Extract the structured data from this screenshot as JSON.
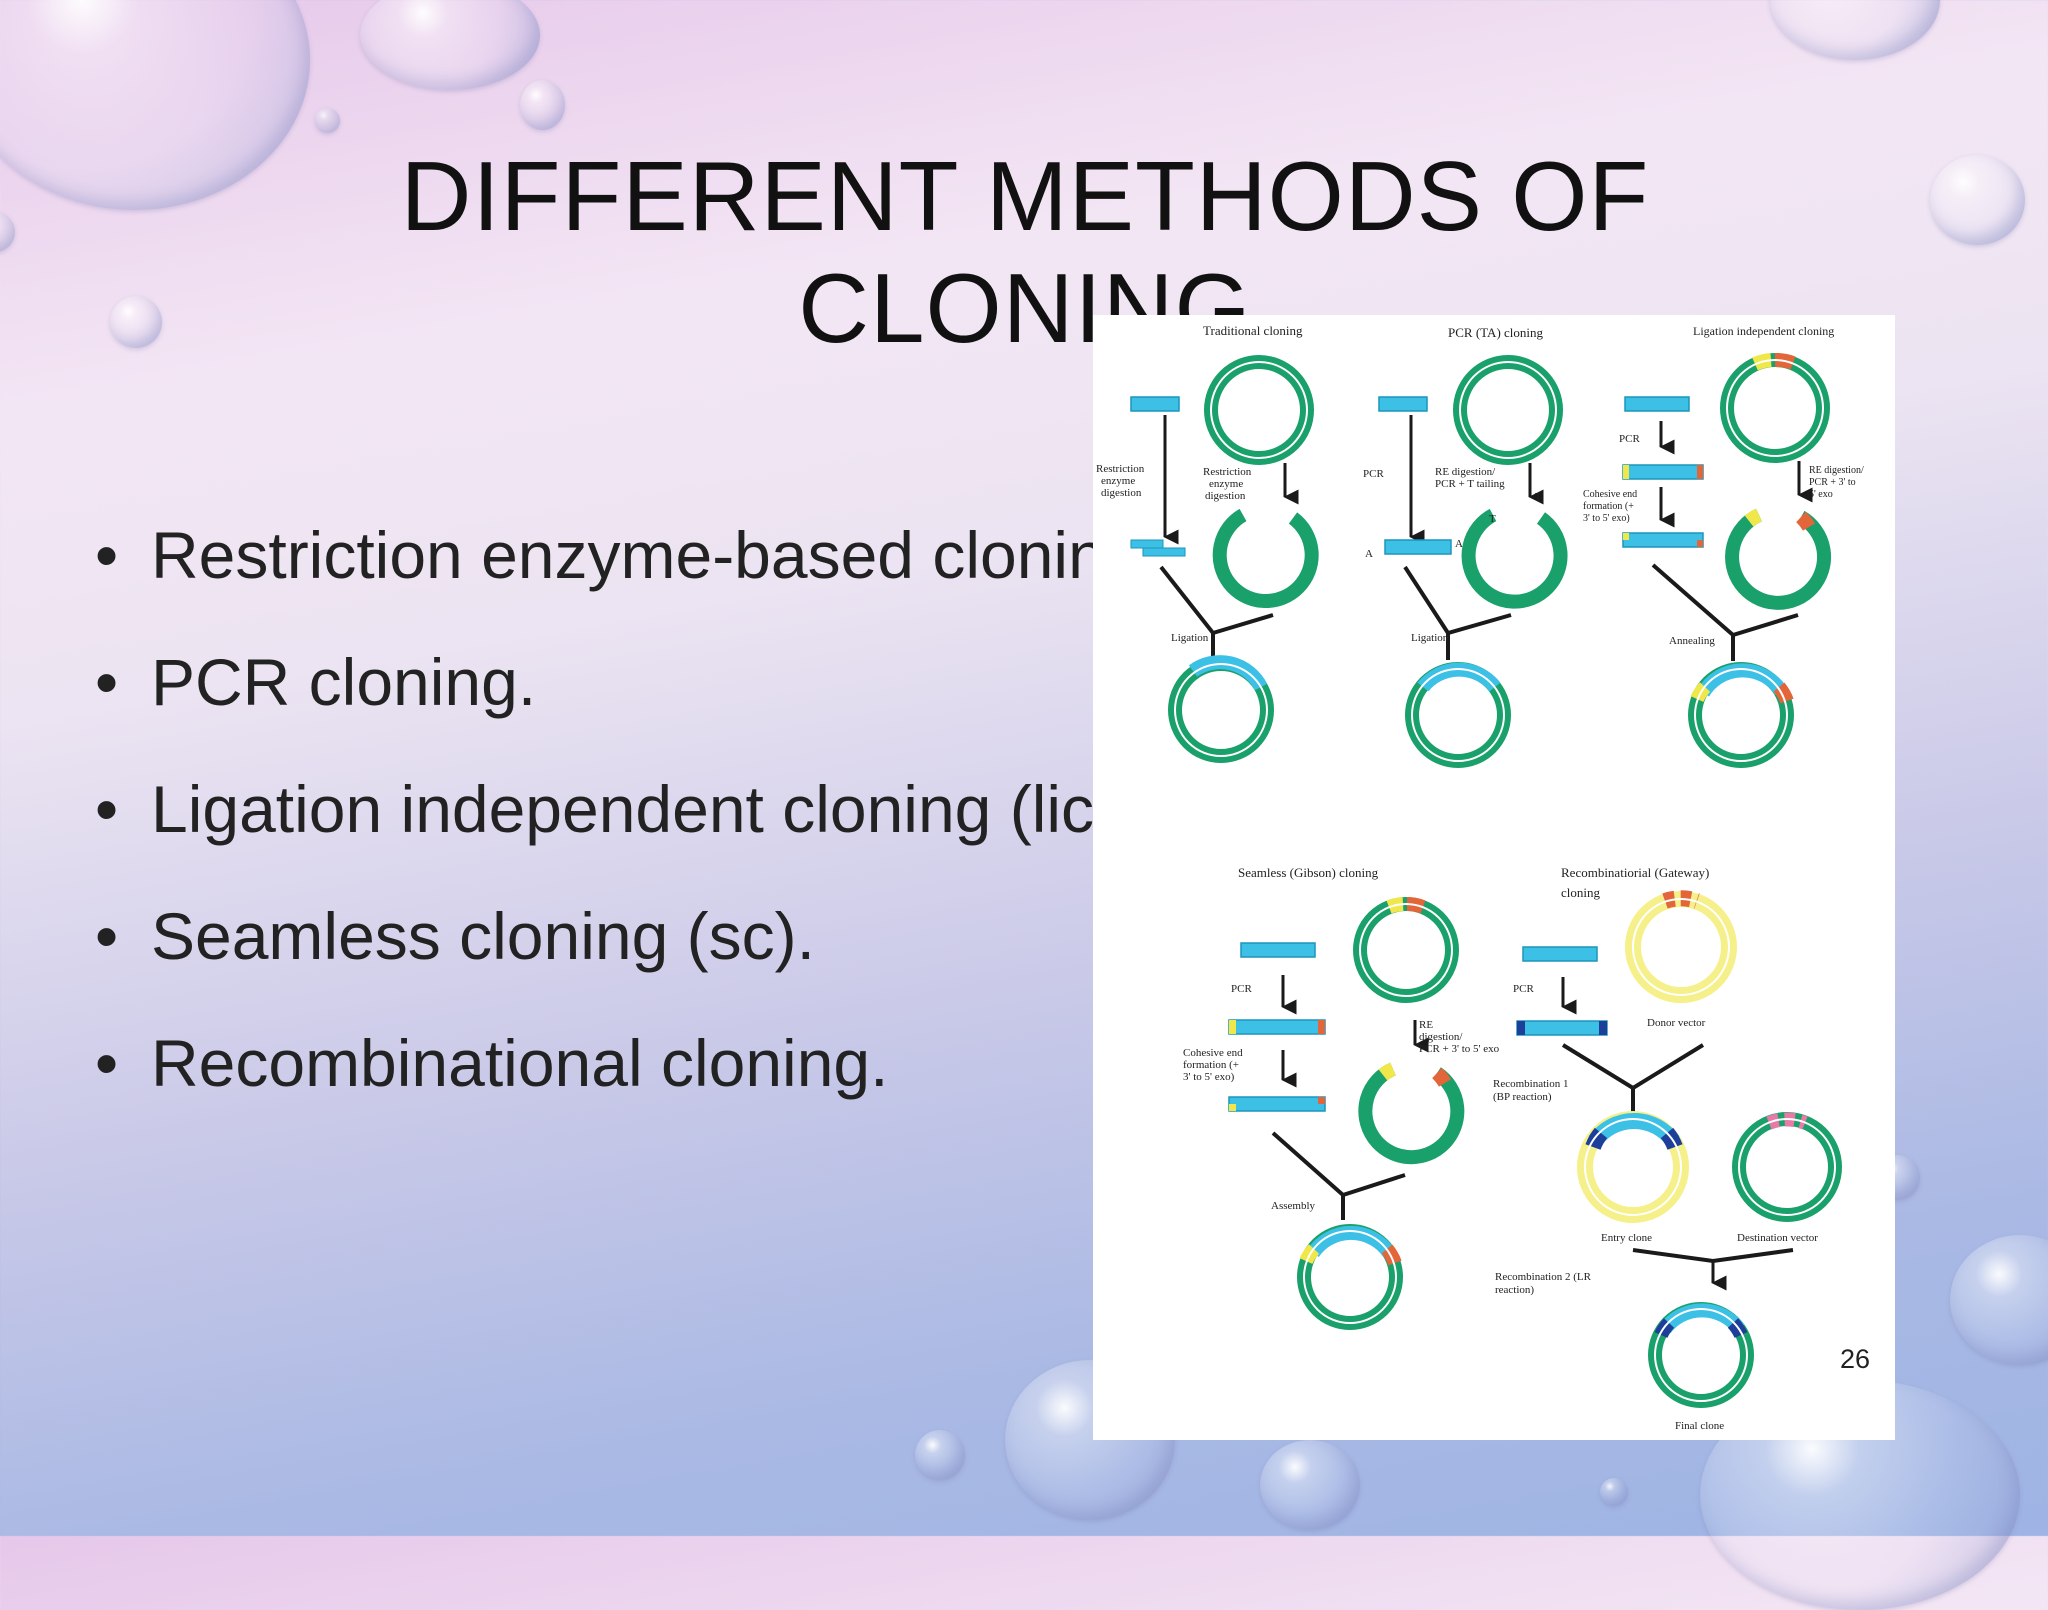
{
  "slide": {
    "title_line1": "DIFFERENT METHODS OF",
    "title_line2": "CLONING",
    "bullets": [
      "Restriction enzyme-based cloning.",
      "PCR cloning.",
      "Ligation independent cloning (lic).",
      "Seamless cloning (sc).",
      "Recombinational cloning."
    ],
    "page_number": "26"
  },
  "diagram": {
    "panels": {
      "traditional": "Traditional cloning",
      "pcr_ta": "PCR (TA) cloning",
      "lic": "Ligation independent cloning",
      "gibson": "Seamless (Gibson) cloning",
      "gateway_line1": "Recombinatiorial (Gateway)",
      "gateway_line2": "cloning"
    },
    "labels": {
      "restriction_a": [
        "Restriction",
        "enzyme",
        "digestion"
      ],
      "restriction_b": [
        "Restriction",
        "enzyme",
        "digestion"
      ],
      "ligation_1": "Ligation",
      "pcr_ta_pcr": "PCR",
      "re_digestion_ta": [
        "RE digestion/",
        "PCR + T tailing"
      ],
      "t1": "T",
      "t2": "T",
      "a1": "A",
      "a2": "A",
      "ligation_2": "Ligation",
      "lic_pcr": "PCR",
      "lic_re": [
        "RE digestion/",
        "PCR + 3' to",
        "5' exo"
      ],
      "lic_cohesive": [
        "Cohesive end",
        "formation (+",
        "3' to 5' exo)"
      ],
      "annealing": "Annealing",
      "gib_pcr": "PCR",
      "gib_re": [
        "RE",
        "digestion/",
        "PCR + 3' to 5' exo"
      ],
      "gib_cohesive": [
        "Cohesive end",
        "formation (+",
        "3' to 5' exo)"
      ],
      "assembly": "Assembly",
      "gw_pcr": "PCR",
      "donor_vector": "Donor vector",
      "recomb1": [
        "Recombination 1",
        "(BP reaction)"
      ],
      "entry_clone": "Entry clone",
      "destination_vector": "Destination vector",
      "recomb2": [
        "Recombination 2 (LR",
        "reaction)"
      ],
      "final_clone": "Final clone"
    },
    "colors": {
      "plasmid_green": "#1aa06a",
      "insert_blue": "#3cc0e6",
      "donor_yellow": "#f5f08a",
      "sticky_orange": "#e2663a",
      "sticky_yellow": "#f0e84a",
      "att_pink": "#e87aa8",
      "arrow": "#1a1a1a"
    }
  }
}
